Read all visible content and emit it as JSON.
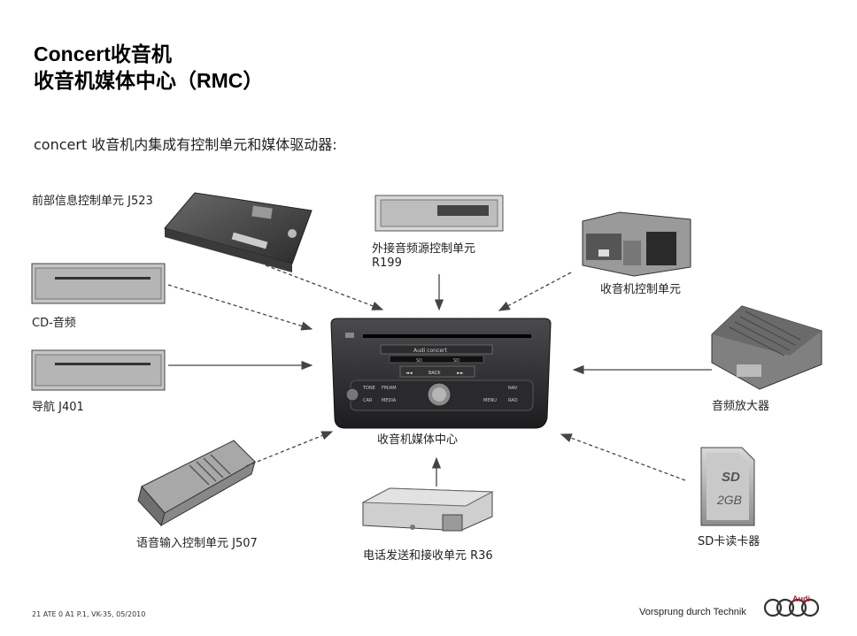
{
  "title": {
    "line1": "Concert收音机",
    "line2": "收音机媒体中心（RMC）"
  },
  "subtitle": "concert 收音机内集成有控制单元和媒体驱动器:",
  "labels": {
    "j523": "前部信息控制单元 J523",
    "r199_line1": "外接音频源控制单元",
    "r199_line2": "R199",
    "radio_control": "收音机控制单元",
    "cd_audio": "CD-音频",
    "nav": "导航 J401",
    "amp": "音频放大器",
    "rmc": "收音机媒体中心",
    "voice": "语音输入控制单元 J507",
    "phone": "电话发送和接收单元 R36",
    "sd": "SD卡读卡器"
  },
  "radio_panel": {
    "brand_text": "Audi concert",
    "buttons_top": [
      "SD",
      "SD"
    ],
    "buttons_mid": [
      "◄◄",
      "BACK",
      "►►"
    ],
    "buttons_left": [
      "TONE",
      "FM/AM",
      "CAR",
      "MEDIA"
    ],
    "buttons_right": [
      "NAV",
      "MENU",
      "RAD"
    ]
  },
  "sd_card": {
    "logo": "SD",
    "capacity": "2GB"
  },
  "footer": {
    "left": "21    ATE 0 A1 P.1, VK-35, 05/2010",
    "slogan": "Vorsprung durch Technik",
    "brand": "Audi"
  },
  "colors": {
    "brand_red": "#c8102e"
  }
}
